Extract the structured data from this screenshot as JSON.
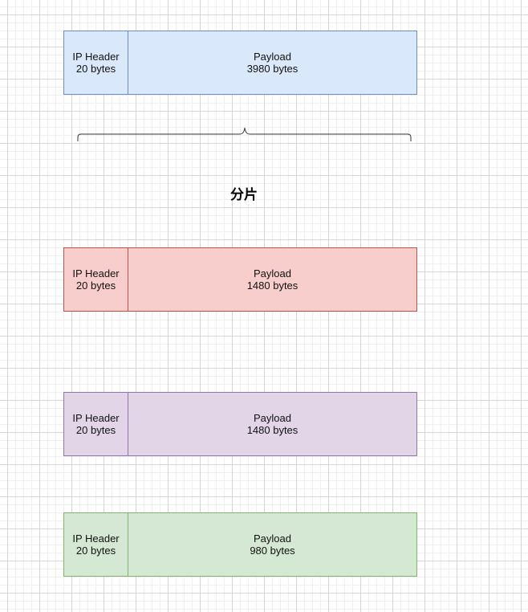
{
  "original": {
    "header_line1": "IP Header",
    "header_line2": "20 bytes",
    "payload_line1": "Payload",
    "payload_line2": "3980 bytes",
    "fill": "#dae8fc",
    "stroke": "#6c8ebf"
  },
  "fragment_label": "分片",
  "fragments": [
    {
      "header_line1": "IP Header",
      "header_line2": "20 bytes",
      "payload_line1": "Payload",
      "payload_line2": "1480 bytes",
      "fill": "#f8cecc",
      "stroke": "#b85450"
    },
    {
      "header_line1": "IP Header",
      "header_line2": "20 bytes",
      "payload_line1": "Payload",
      "payload_line2": "1480 bytes",
      "fill": "#e1d5e7",
      "stroke": "#9673a6"
    },
    {
      "header_line1": "IP Header",
      "header_line2": "20 bytes",
      "payload_line1": "Payload",
      "payload_line2": "980 bytes",
      "fill": "#d5e8d4",
      "stroke": "#82b366"
    }
  ]
}
